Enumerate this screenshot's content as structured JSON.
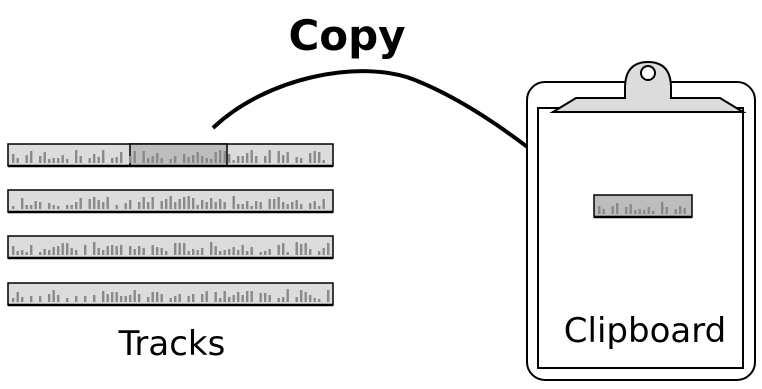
{
  "title": "Copy",
  "tracks_label": "Tracks",
  "clipboard_label": "Clipboard",
  "tracks": [
    {
      "id": "track-1",
      "highlight": "middle"
    },
    {
      "id": "track-2",
      "highlight": "none"
    },
    {
      "id": "track-3",
      "highlight": "none"
    },
    {
      "id": "track-4",
      "highlight": "none"
    }
  ],
  "colors": {
    "track_fill": "#dcdcdc",
    "track_highlight": "#bdbdbd",
    "bar": "#8a8a8a",
    "outline": "#000000"
  }
}
